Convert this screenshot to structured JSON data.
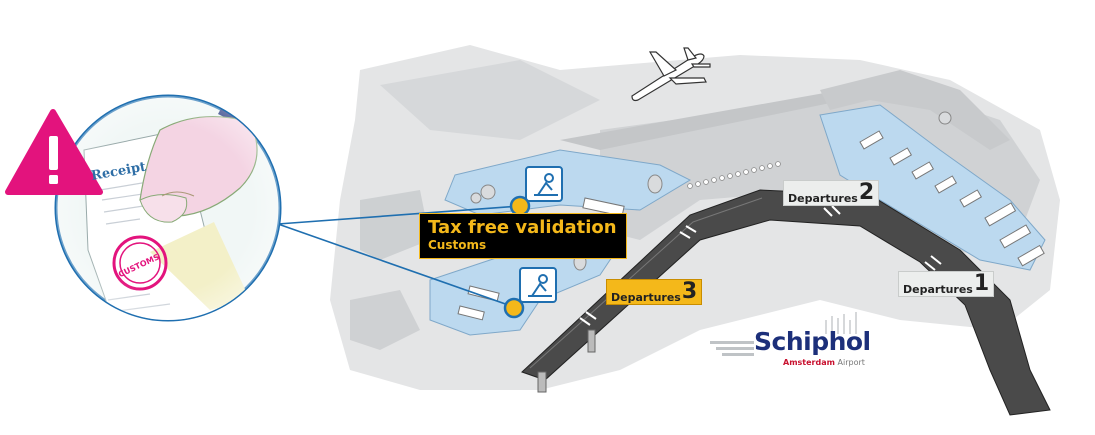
{
  "map": {
    "validation": {
      "title": "Tax free validation",
      "subtitle": "Customs",
      "accent_color": "#f4b81a",
      "icon": "customs-officer-icon"
    },
    "departures": [
      {
        "label": "Departures",
        "number": "1",
        "color": "#eceeed"
      },
      {
        "label": "Departures",
        "number": "2",
        "color": "#eceeed"
      },
      {
        "label": "Departures",
        "number": "3",
        "color": "#f4b81a"
      }
    ],
    "illustration": {
      "receipt_text": "Receipt",
      "stamp_text": "CUSTOMS",
      "warning_icon": "exclamation-triangle-icon",
      "warning_color": "#e3137d"
    },
    "logo": {
      "brand": "Schiphol",
      "city": "Amsterdam",
      "word": "Airport",
      "brand_color": "#1c2f7a"
    },
    "colors": {
      "terminal_floor": "#bcd9ef",
      "road": "#4a4a4a",
      "route_line": "#1f6fb0"
    }
  }
}
